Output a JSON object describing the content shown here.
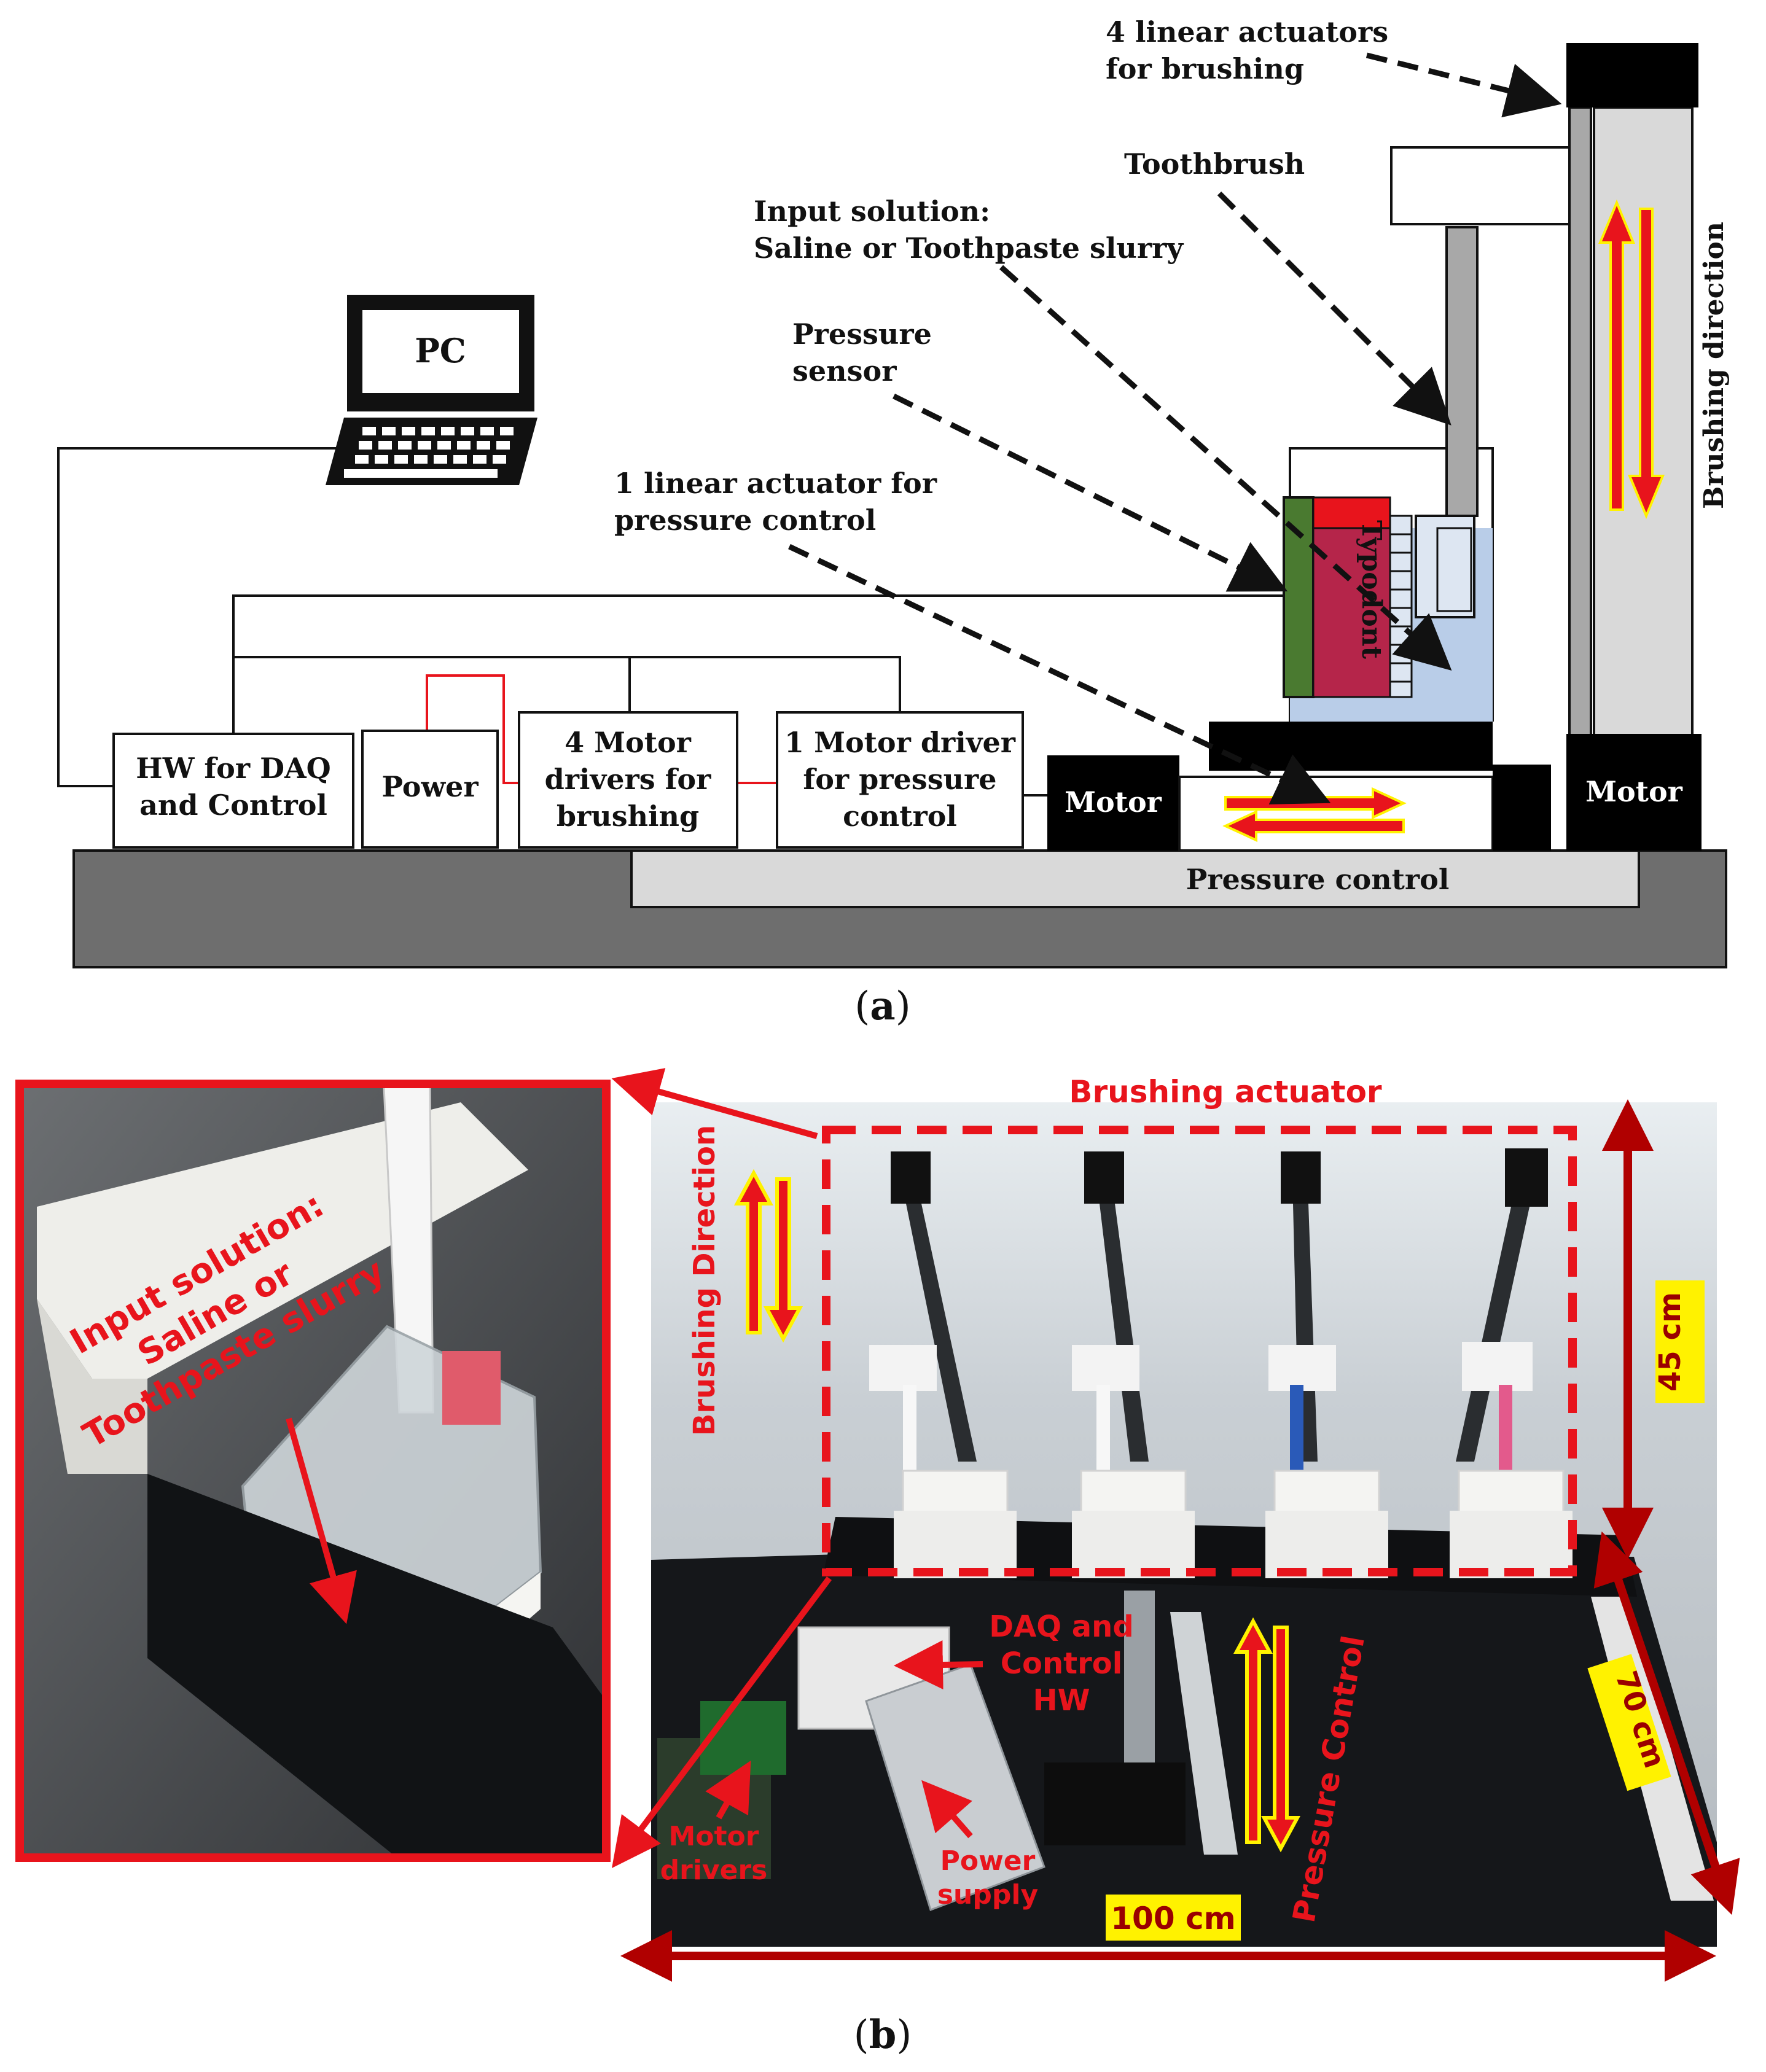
{
  "panel_a": {
    "caption_open": "(",
    "caption_letter": "a",
    "caption_close": ")",
    "labels": {
      "linear_actuators_1": "4 linear actuators",
      "linear_actuators_2": "for brushing",
      "toothbrush": "Toothbrush",
      "input_solution_1": "Input solution:",
      "input_solution_2": "Saline or Toothpaste slurry",
      "pressure_sensor_1": "Pressure",
      "pressure_sensor_2": "sensor",
      "pressure_actuator_1": "1 linear actuator for",
      "pressure_actuator_2": "pressure control",
      "pc": "PC",
      "typodont": "Typodont",
      "brushing_direction": "Brushing direction",
      "hw_daq_1": "HW for DAQ",
      "hw_daq_2": "and Control",
      "power": "Power",
      "motor_drivers_4_1": "4 Motor",
      "motor_drivers_4_2": "drivers for",
      "motor_drivers_4_3": "brushing",
      "motor_driver_1_1": "1 Motor driver",
      "motor_driver_1_2": "for pressure",
      "motor_driver_1_3": "control",
      "motor_left": "Motor",
      "motor_right": "Motor",
      "pressure_control": "Pressure control"
    }
  },
  "panel_b": {
    "caption_open": "(",
    "caption_letter": "b",
    "caption_close": ")",
    "labels": {
      "brushing_actuator": "Brushing actuator",
      "brushing_direction": "Brushing Direction",
      "input_solution_1": "Input solution:",
      "input_solution_2": "Saline or",
      "input_solution_3": "Toothpaste slurry",
      "daq_1": "DAQ and",
      "daq_2": "Control",
      "daq_3": "HW",
      "pressure_control": "Pressure Control",
      "motor_drivers_1": "Motor",
      "motor_drivers_2": "drivers",
      "power_supply_1": "Power",
      "power_supply_2": "supply",
      "dim_45": "45 cm",
      "dim_70": "70 cm",
      "dim_100": "100 cm"
    }
  },
  "colors": {
    "accent_red": "#e8141c",
    "dark_red": "#b00000",
    "highlight_yellow": "#fff200",
    "typodont_fill": "#b5254a",
    "sensor_green": "#4a7a30",
    "water_blue": "#b9cde8",
    "base_gray": "#6e6e6e",
    "rail_gray": "#d9d9d9"
  }
}
